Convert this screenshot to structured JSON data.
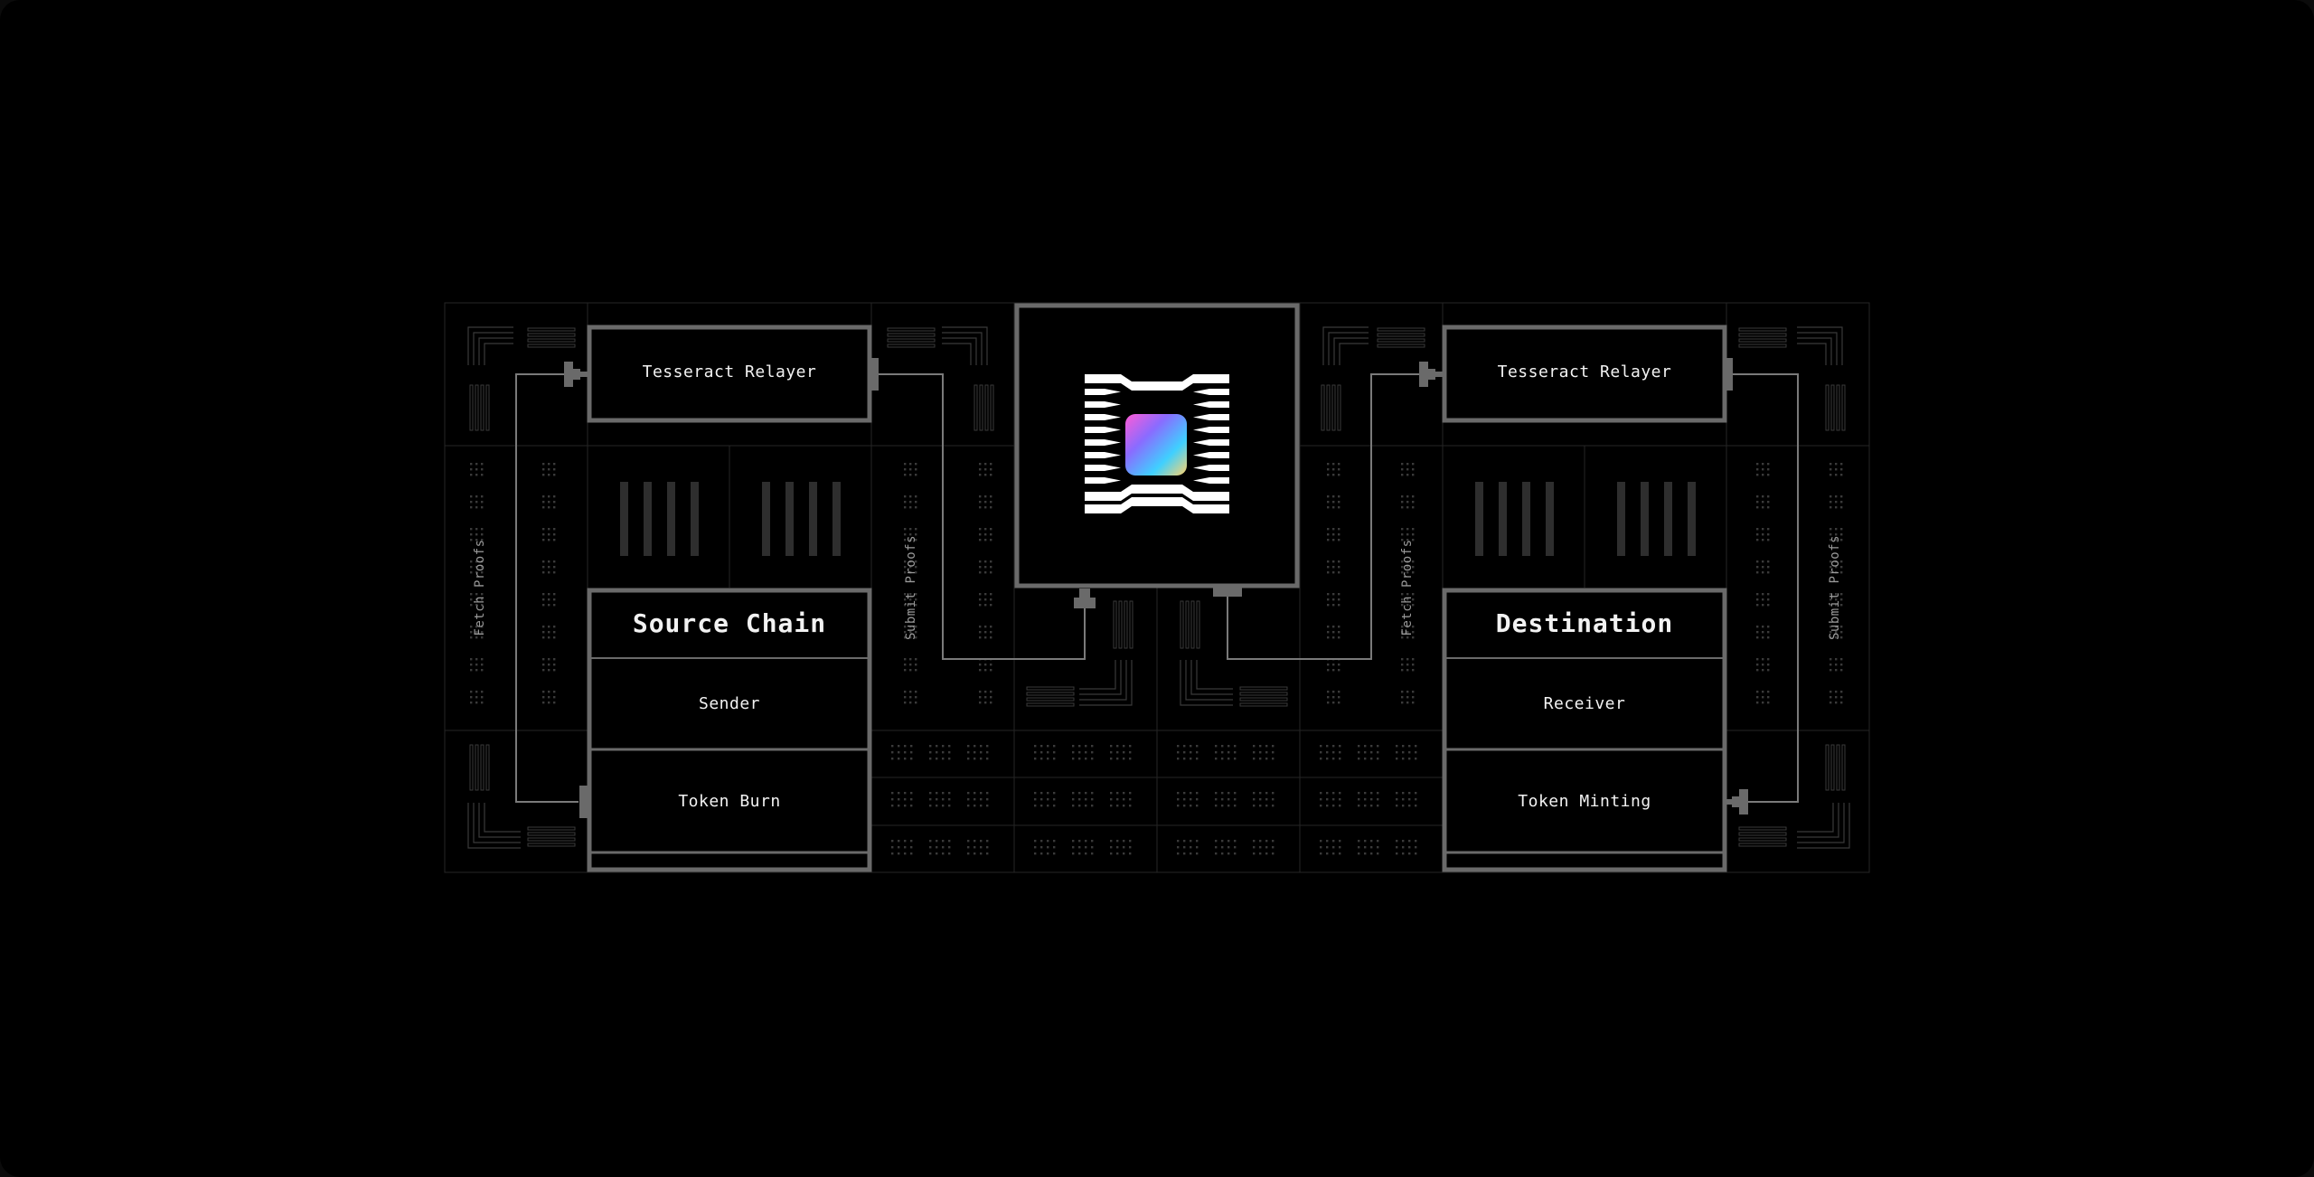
{
  "relayer_left": "Tesseract Relayer",
  "relayer_right": "Tesseract Relayer",
  "source": {
    "title": "Source Chain",
    "role": "Sender",
    "action": "Token Burn"
  },
  "destination": {
    "title": "Destination",
    "role": "Receiver",
    "action": "Token Minting"
  },
  "edges": {
    "fetch_left": "Fetch Proofs",
    "submit_left": "Submit Proofs",
    "fetch_right": "Fetch Proofs",
    "submit_right": "Submit Proofs"
  },
  "colors": {
    "background": "#000000",
    "outline": "#6a6a6a",
    "grid": "#2a2a2a",
    "decor": "#3a3a3a",
    "text": "#f2f2f2",
    "gradient": [
      "#ff5bd6",
      "#8a6bff",
      "#3fd0ff",
      "#ffd36b"
    ]
  },
  "icons": [
    "hyperbridge-logo-icon",
    "gradient-chip-icon"
  ]
}
